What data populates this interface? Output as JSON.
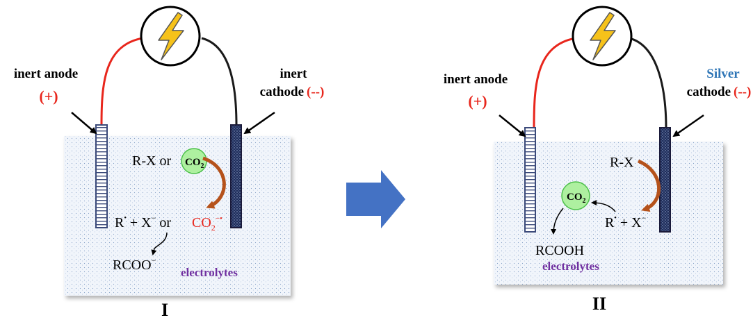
{
  "panel_i": {
    "anode_label": "inert anode",
    "anode_sign": "(+)",
    "cathode_label_line1": "inert",
    "cathode_label_line2": "cathode",
    "cathode_sign": "(--)",
    "reactant_text": "R-X or",
    "co2_bubble": {
      "main": "CO",
      "sub": "2"
    },
    "product_r": "R",
    "radical_dot": "•",
    "product_plus_x": " + X",
    "x_charge": "−",
    "product_or": " or",
    "product_co2": {
      "main": "CO",
      "sub": "2",
      "sup": "−•"
    },
    "carboxylate": "RCOO",
    "carboxylate_charge": "−",
    "electrolytes": "electrolytes",
    "roman": "I"
  },
  "panel_ii": {
    "anode_label": "inert anode",
    "anode_sign": "(+)",
    "cathode_label_line1": "Silver",
    "cathode_label_line2": "cathode",
    "cathode_sign": "(--)",
    "reactant_text": "R-X",
    "co2_bubble": {
      "main": "CO",
      "sub": "2"
    },
    "product_r": "R",
    "radical_dot": "•",
    "product_plus_x": " + X",
    "x_charge": "−",
    "acid": "RCOOH",
    "electrolytes": "electrolytes",
    "roman": "II"
  },
  "colors": {
    "positive": "#e8261c",
    "silver": "#2e75b6",
    "electrolytes": "#7030a0",
    "bubble_fill": "#aef0a0",
    "bubble_stroke": "#4cc04a",
    "curve_arrow": "#b5521b",
    "big_arrow": "#4472c4",
    "bolt": "#f6c21a"
  },
  "icons": {
    "power_source": "lightning-bolt-icon",
    "transition": "right-arrow-icon"
  }
}
